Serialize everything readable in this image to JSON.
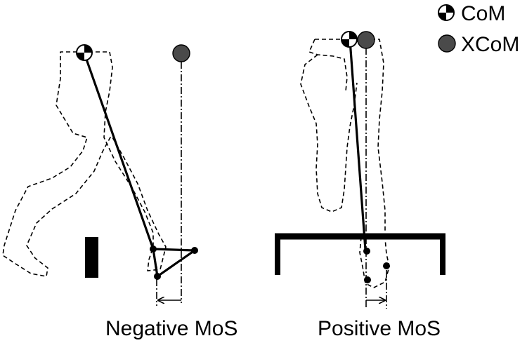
{
  "legend": {
    "com_label": "CoM",
    "xcom_label": "XCoM"
  },
  "panels": {
    "left_caption": "Negative MoS",
    "right_caption": "Positive MoS"
  },
  "colors": {
    "xcom_fill": "#4a4a4a",
    "line": "#000000",
    "background": "#ffffff"
  },
  "icons": {
    "com": "com-symbol-icon",
    "xcom": "xcom-circle-icon"
  }
}
